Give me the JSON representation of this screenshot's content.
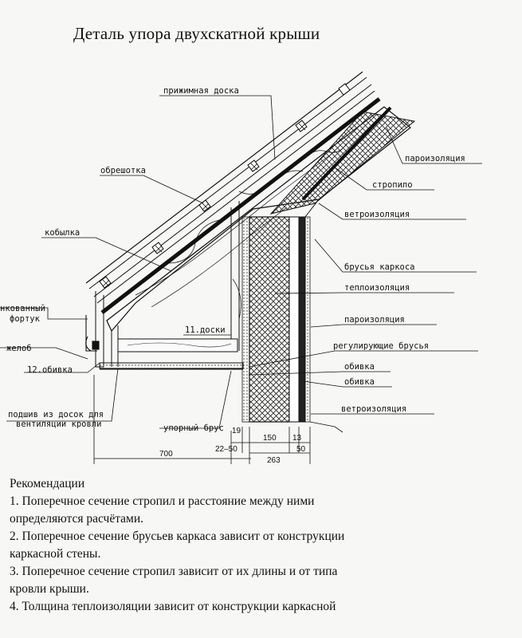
{
  "title": "Деталь упора двухскатной крыши",
  "labels": {
    "prizhimnaya": "прижимная доска",
    "paroizol_top": "пароизоляция",
    "obreshotka": "обрешотка",
    "stropilo": "стропило",
    "vetroizol_top": "ветроизоляция",
    "kobylka": "кобылка",
    "brusya_karkasa": "брусья каркоса",
    "teploizol": "теплоизоляция",
    "fortuk_1": "нкованный",
    "fortuk_2": "фортук",
    "paroizol_mid": "пароизоляция",
    "doski": "11.доски",
    "zheloob": "желоб",
    "reg_brusya": "регулирующие   брусья",
    "obivka12": "12.обивка",
    "obivka_1": "обивка",
    "obivka_2": "обивка",
    "podshiv_1": "подшив из досок для",
    "podshiv_2": "вентиляции кровли",
    "vetroizol_bot": "ветроизоляция",
    "upor_brus": "упорный брус"
  },
  "dimensions": {
    "d700": "700",
    "d19": "19",
    "d150": "150",
    "d13": "13",
    "d22_50": "22–50",
    "d263": "263",
    "d50": "50"
  },
  "recommendations": {
    "heading": "Рекомендации",
    "lines": [
      "1. Поперечное сечение стропил и расстояние между ними",
      "определяются расчётами.",
      "2. Поперечное сечение брусьев каркаса зависит от конструкции",
      "каркасной стены.",
      "3. Поперечное сечение стропил зависит от их длины и от типа",
      "кровли крыши.",
      "4. Толщина теплоизоляции зависит от конструкции каркасной"
    ]
  }
}
